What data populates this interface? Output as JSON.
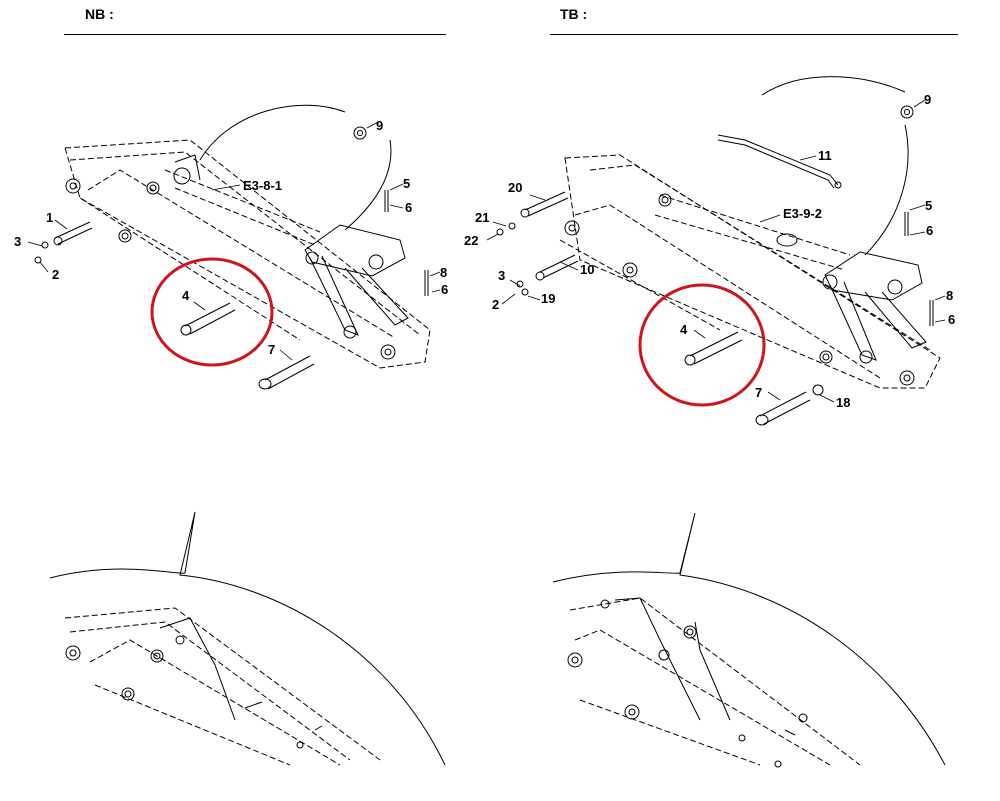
{
  "headers": {
    "left": "NB :",
    "right": "TB :"
  },
  "refs": {
    "left": "E3-8-1",
    "right": "E3-9-2"
  },
  "left_callouts": [
    "9",
    "5",
    "6",
    "1",
    "3",
    "2",
    "4",
    "8",
    "6",
    "7"
  ],
  "right_callouts": [
    "9",
    "11",
    "20",
    "5",
    "21",
    "22",
    "6",
    "3",
    "10",
    "2",
    "19",
    "8",
    "4",
    "6",
    "7",
    "18"
  ],
  "highlight_color": "#d0141c"
}
